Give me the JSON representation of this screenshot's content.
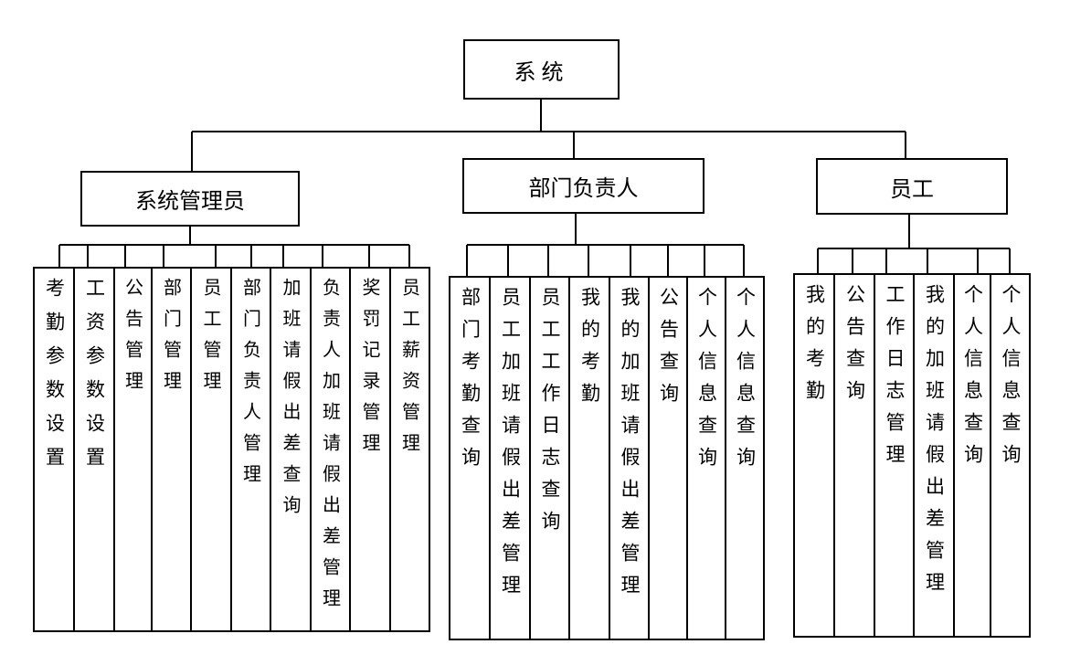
{
  "root": {
    "label": "系统"
  },
  "roles": [
    {
      "label": "系统管理员",
      "children": [
        "考勤参数设置",
        "工资参数设置",
        "公告管理",
        "部门管理",
        "员工管理",
        "部门负责人管理",
        "加班请假出差查询",
        "负责人加班请假出差管理",
        "奖罚记录管理",
        "员工薪资管理"
      ]
    },
    {
      "label": "部门负责人",
      "children": [
        "部门考勤查询",
        "员工加班请假出差管理",
        "员工工作日志查询",
        "我的考勤",
        "我的加班请假出差管理",
        "公告查询",
        "个人信息查询",
        "个人信息查询"
      ]
    },
    {
      "label": "员工",
      "children": [
        "我的考勤",
        "公告查询",
        "工作日志管理",
        "我的加班请假出差管理",
        "个人信息查询",
        "个人信息查询"
      ]
    }
  ]
}
